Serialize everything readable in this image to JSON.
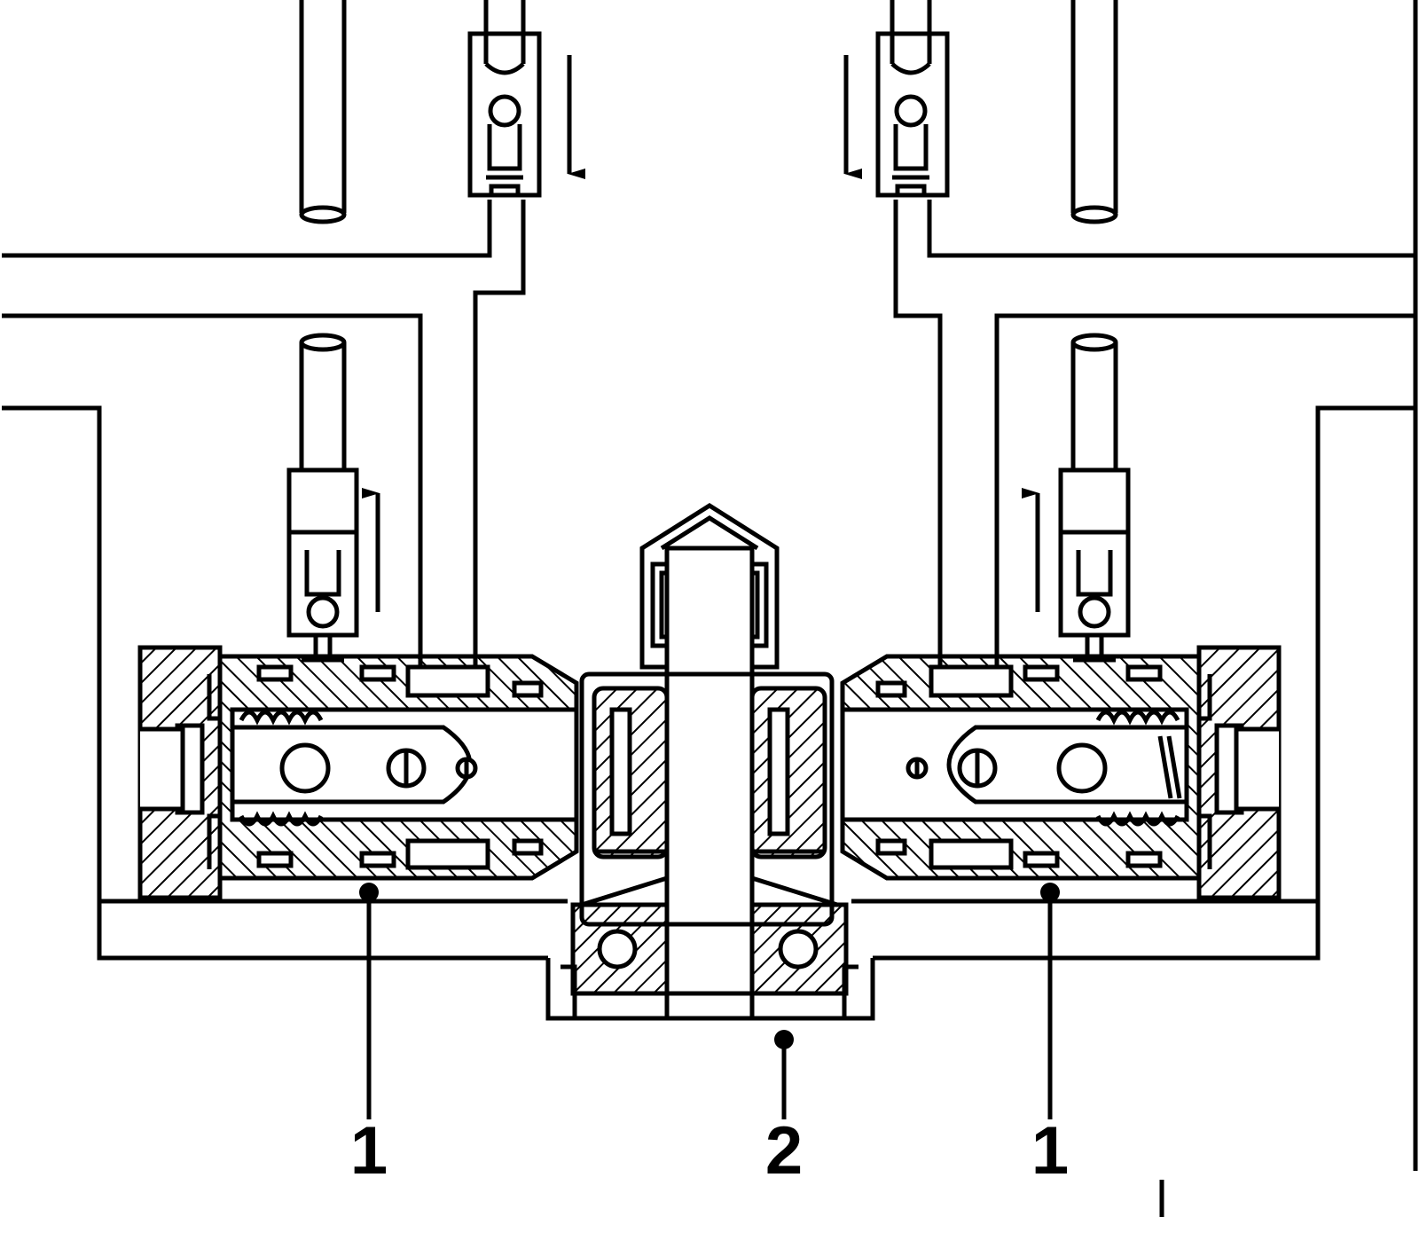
{
  "diagram": {
    "callouts": [
      {
        "id": "left-pump-unit",
        "label": "1"
      },
      {
        "id": "center-drive-shaft",
        "label": "2"
      },
      {
        "id": "right-pump-unit",
        "label": "1"
      }
    ],
    "colors": {
      "line": "#000000",
      "background": "#ffffff",
      "hatch": "#000000"
    },
    "icons": [
      "flow-arrow-down-icon",
      "flow-arrow-up-icon",
      "callout-dot-icon"
    ]
  }
}
